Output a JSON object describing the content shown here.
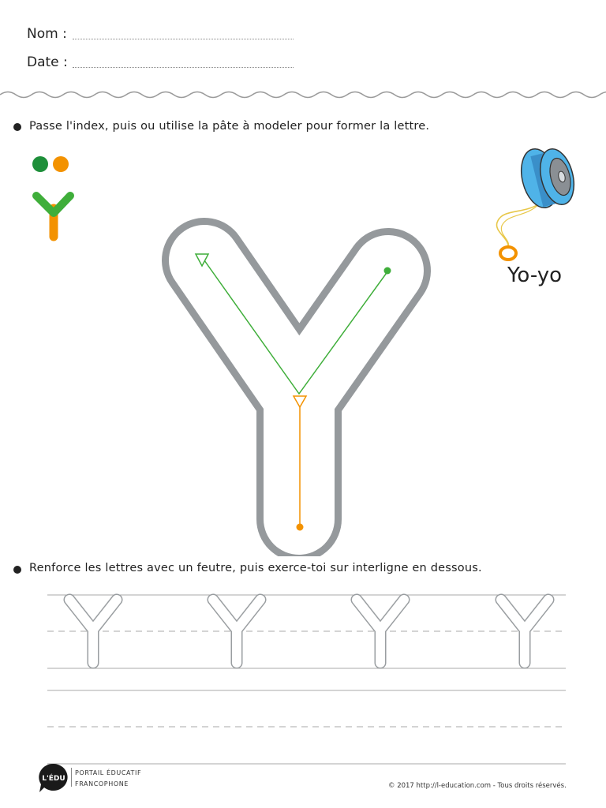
{
  "header": {
    "name_label": "Nom :",
    "date_label": "Date :"
  },
  "exercise1": {
    "instruction": "Passe l'index, puis ou utilise la pâte à modeler pour former la lettre."
  },
  "illustration": {
    "caption": "Yo-yo"
  },
  "exercise2": {
    "instruction": "Renforce les lettres avec un feutre, puis exerce-toi sur interligne en dessous.",
    "practice_letters": [
      "Y",
      "Y",
      "Y",
      "Y"
    ]
  },
  "footer": {
    "logo_text": "L'ÉDU",
    "brand_line1": "PORTAIL ÉDUCATIF",
    "brand_line2": "FRANCOPHONE",
    "copyright": "© 2017 http://l-education.com - Tous droits réservés."
  },
  "colors": {
    "stroke_green": "#3fae3a",
    "dot_green": "#1e8f3a",
    "stroke_orange": "#f39200",
    "outline_gray": "#95999c",
    "yoyo_blue": "#4fb3e8"
  }
}
